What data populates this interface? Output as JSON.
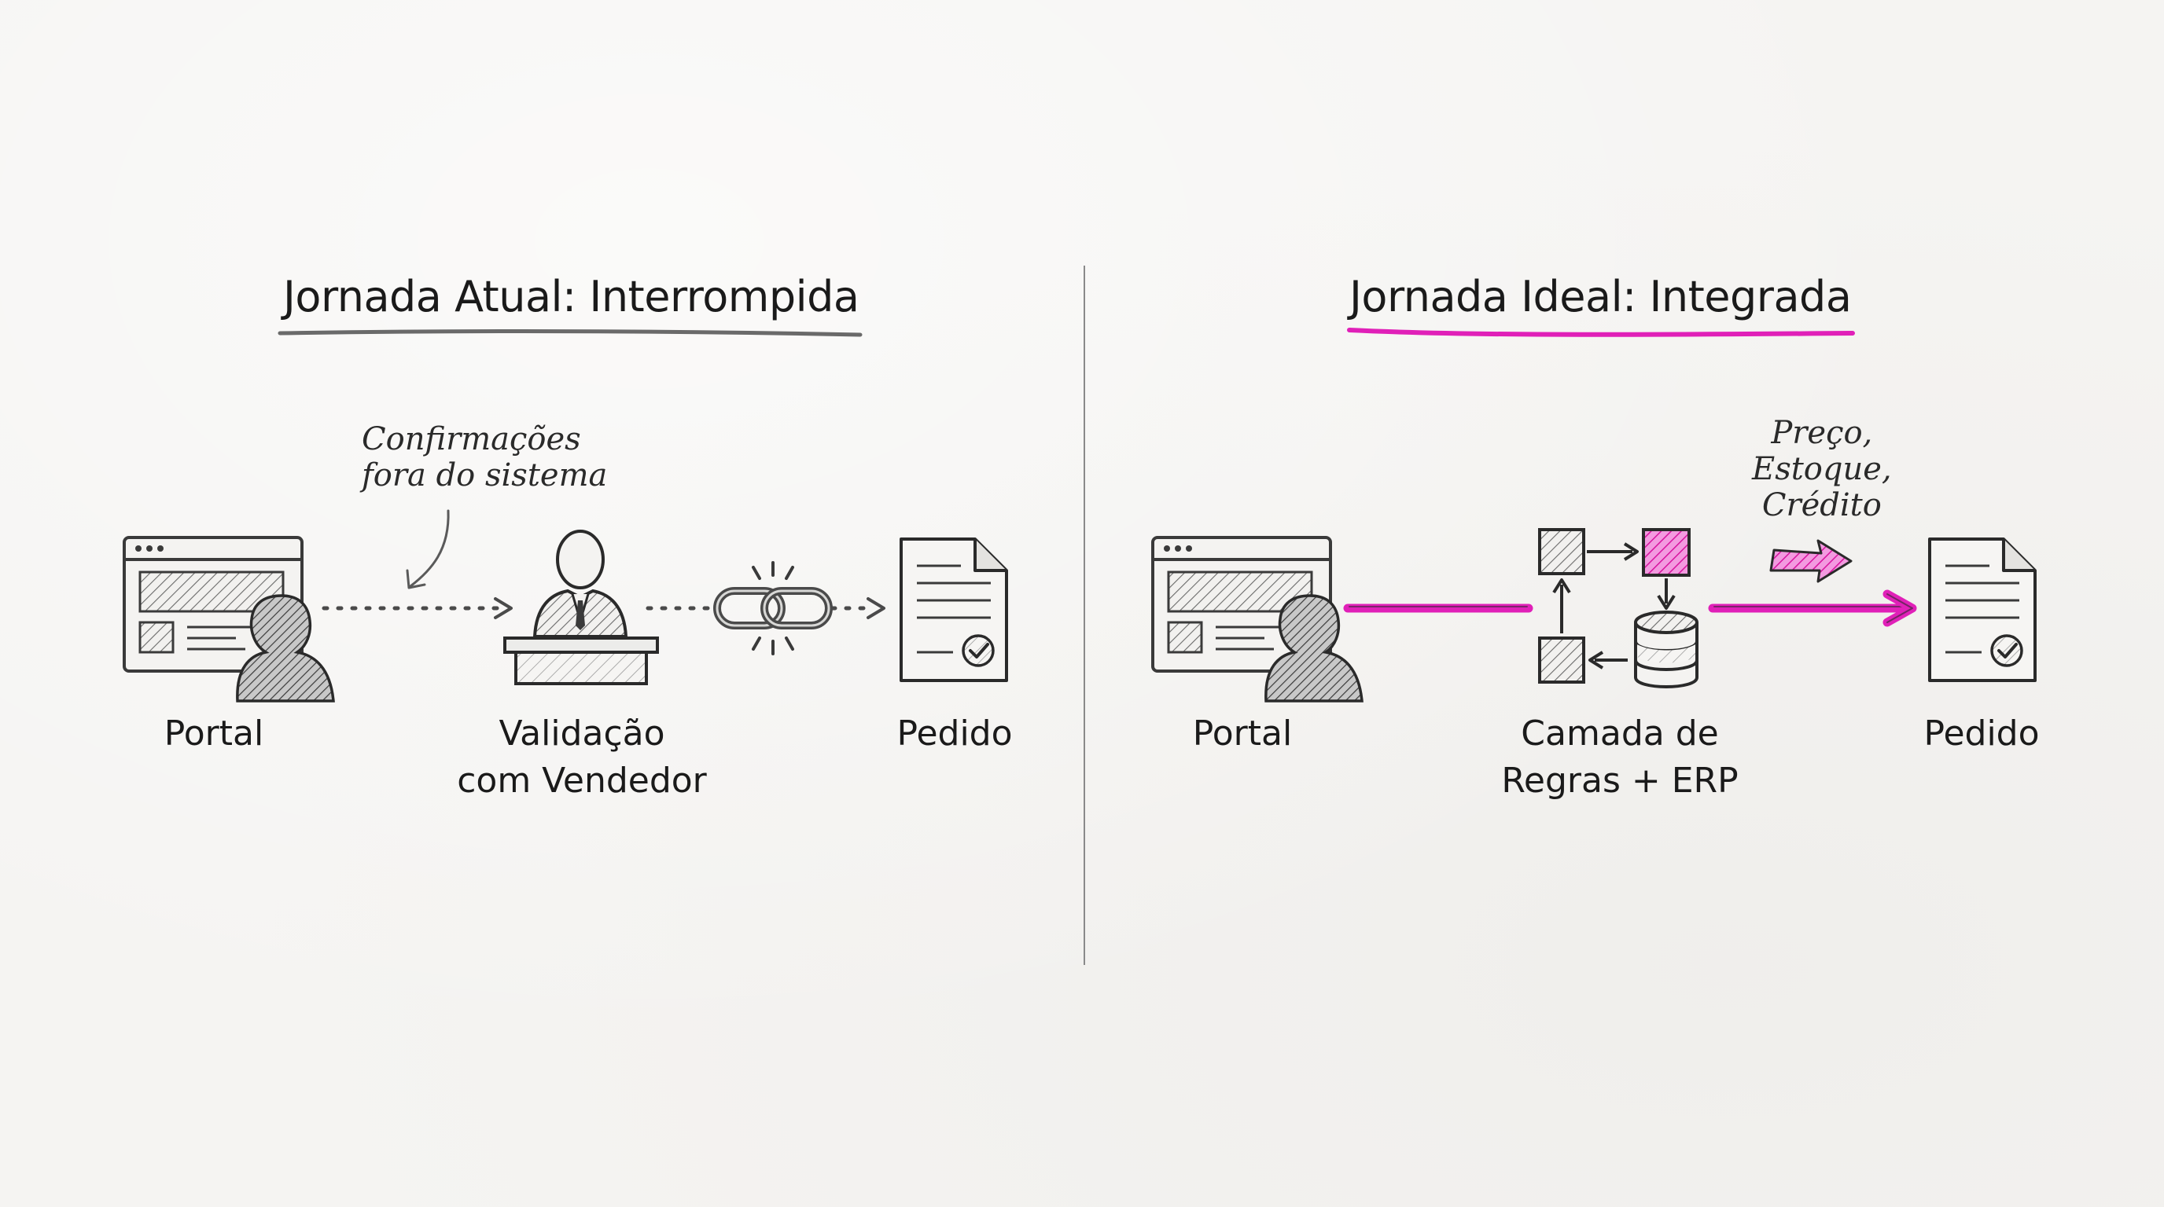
{
  "current_journey": {
    "title": "Jornada Atual: Interrompida",
    "note_lines": [
      "Confirmações",
      "fora do sistema"
    ],
    "steps": [
      {
        "id": "portal",
        "lines": [
          "Portal"
        ]
      },
      {
        "id": "validation",
        "lines": [
          "Validação",
          "com Vendedor"
        ]
      },
      {
        "id": "order",
        "lines": [
          "Pedido"
        ]
      }
    ]
  },
  "ideal_journey": {
    "title": "Jornada Ideal: Integrada",
    "note_lines": [
      "Preço,",
      "Estoque,",
      "Crédito"
    ],
    "steps": [
      {
        "id": "portal",
        "lines": [
          "Portal"
        ]
      },
      {
        "id": "rules-erp",
        "lines": [
          "Camada de",
          "Regras + ERP"
        ]
      },
      {
        "id": "order",
        "lines": [
          "Pedido"
        ]
      }
    ]
  },
  "colors": {
    "accent": "#e020b8",
    "ink": "#3a3a3a",
    "underline_gray": "#6a6a6a"
  },
  "icons": [
    "browser-window-icon",
    "user-silhouette-icon",
    "salesperson-at-desk-icon",
    "broken-chain-link-icon",
    "order-document-icon",
    "check-circle-icon",
    "flow-squares-icon",
    "database-icon",
    "hatched-arrow-icon"
  ]
}
